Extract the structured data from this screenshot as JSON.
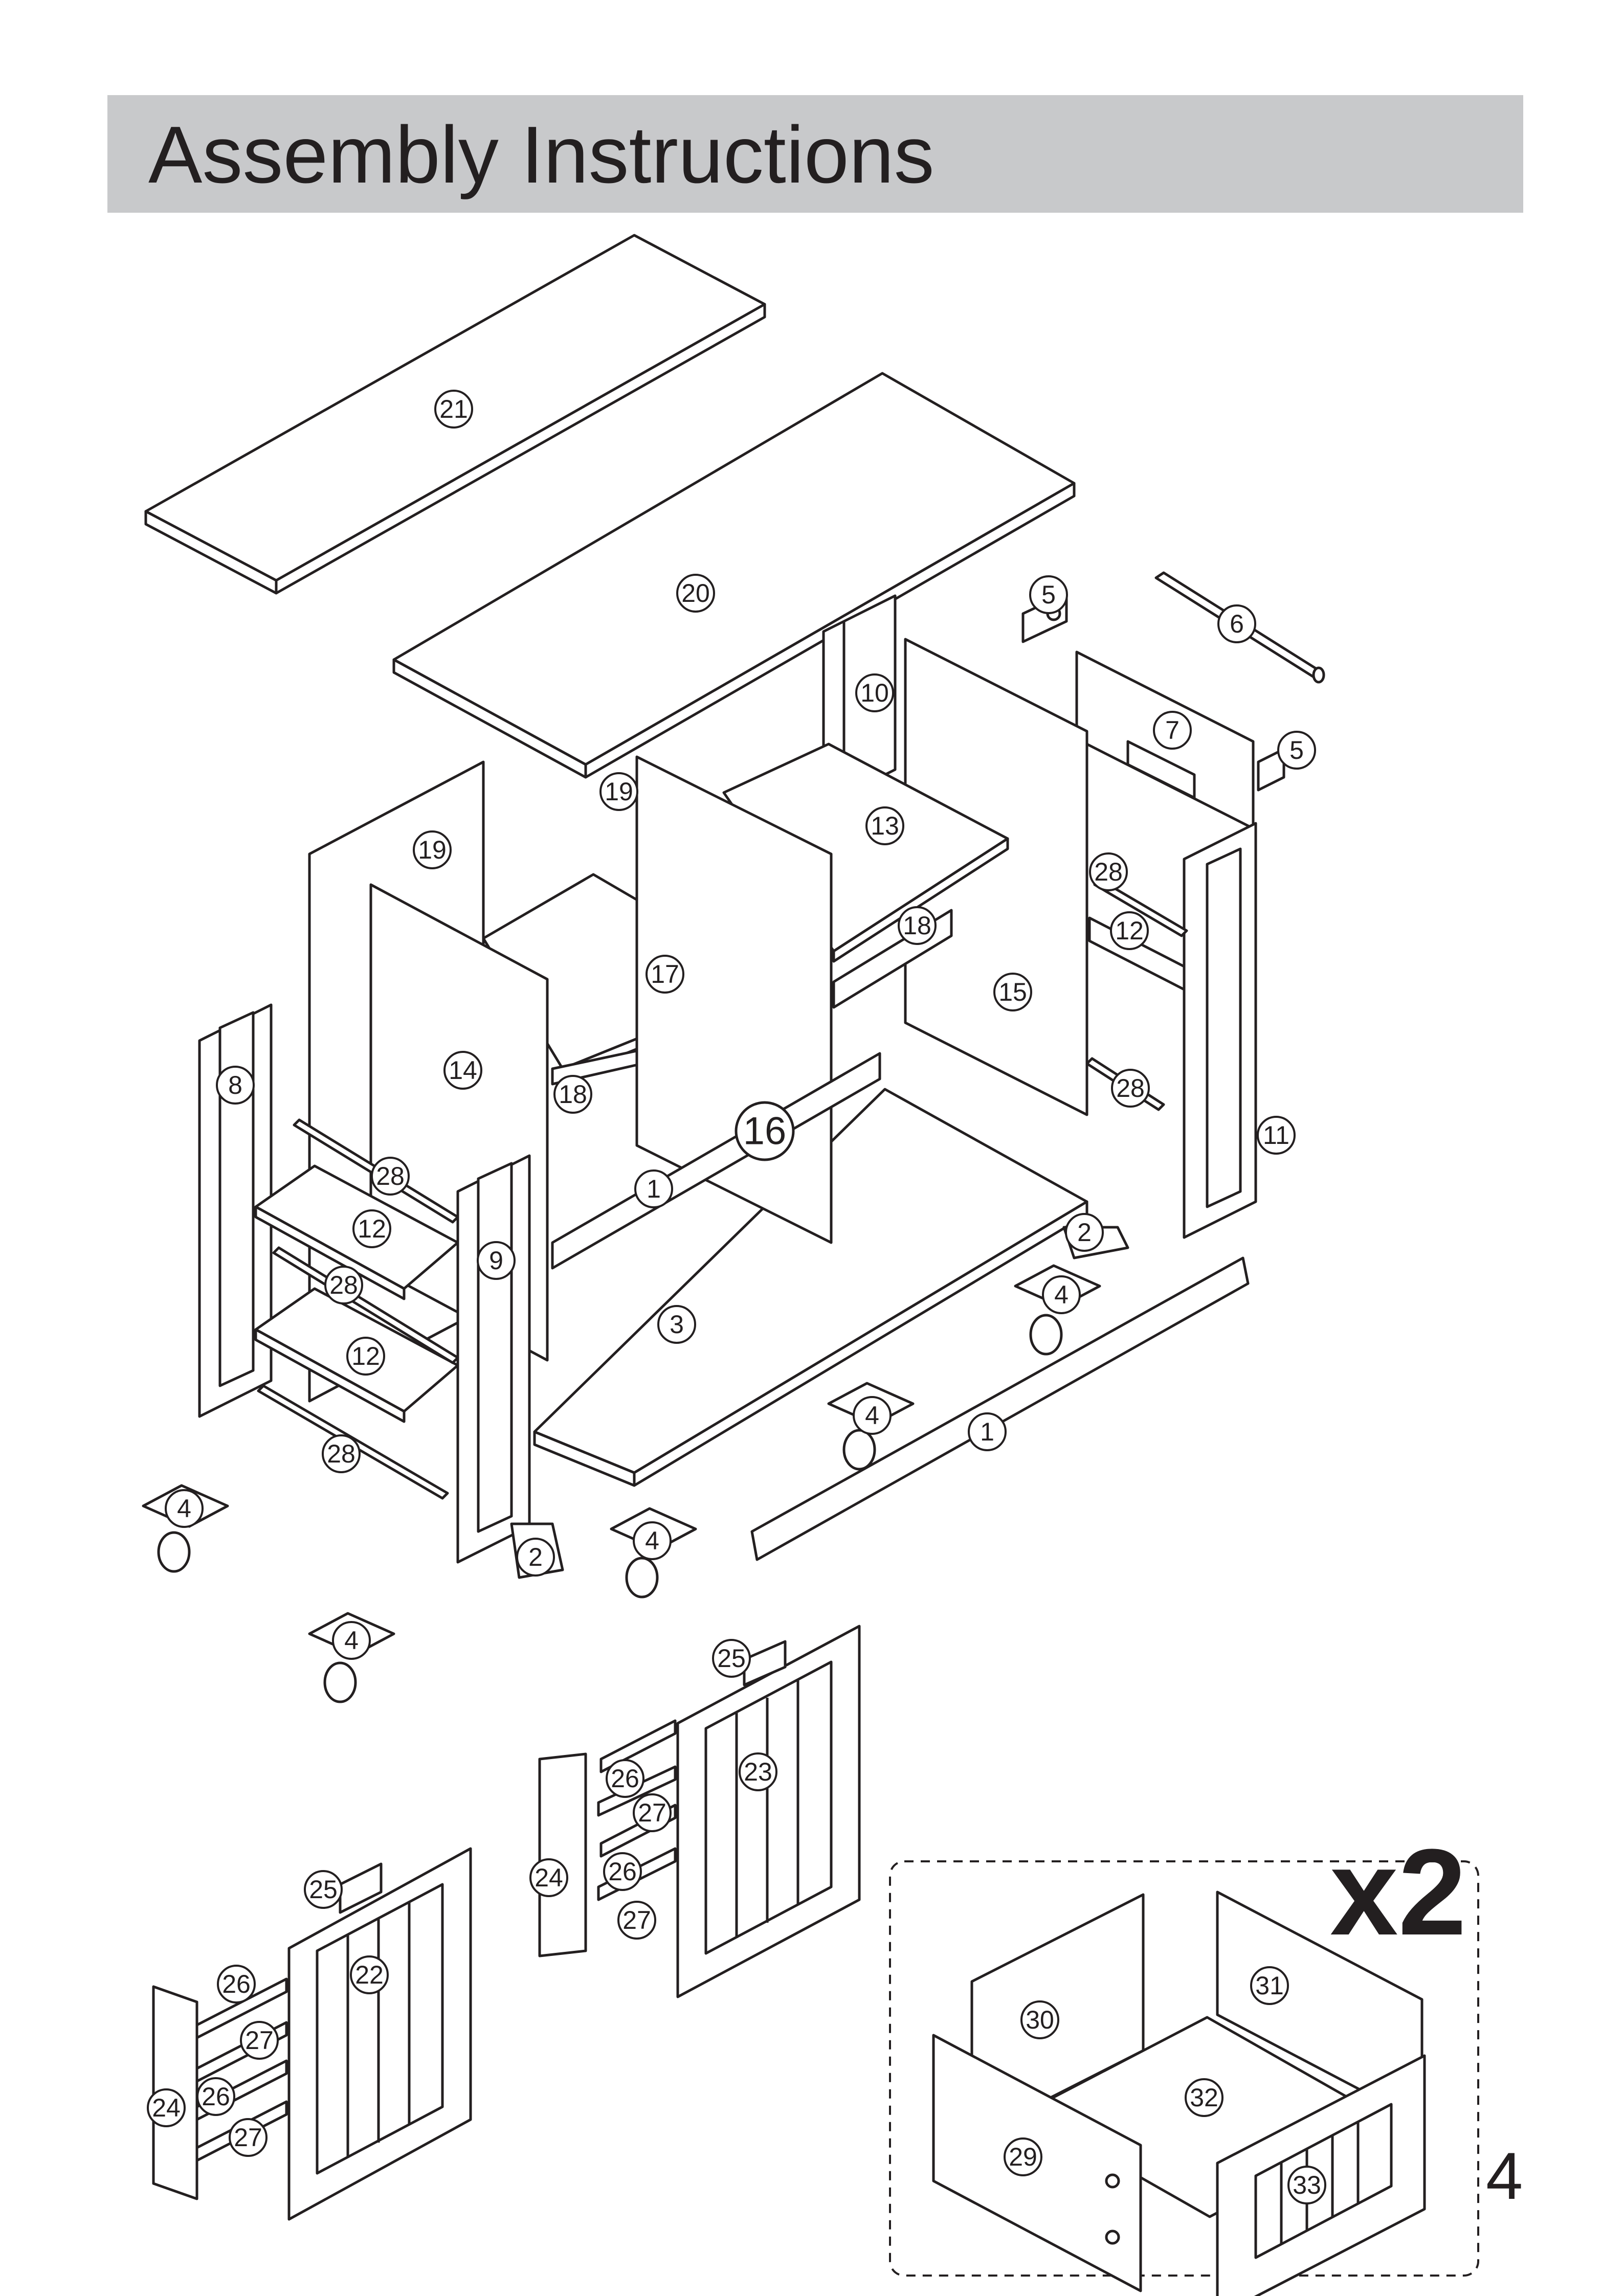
{
  "header": {
    "title": "Assembly Instructions"
  },
  "page_number": "4",
  "drawer_multiplier": "x2",
  "callouts": [
    {
      "label": "21"
    },
    {
      "label": "20"
    },
    {
      "label": "5"
    },
    {
      "label": "6"
    },
    {
      "label": "10"
    },
    {
      "label": "7"
    },
    {
      "label": "5"
    },
    {
      "label": "19"
    },
    {
      "label": "13"
    },
    {
      "label": "19"
    },
    {
      "label": "28"
    },
    {
      "label": "18"
    },
    {
      "label": "12"
    },
    {
      "label": "17"
    },
    {
      "label": "15"
    },
    {
      "label": "14"
    },
    {
      "label": "8"
    },
    {
      "label": "18"
    },
    {
      "label": "28"
    },
    {
      "label": "16"
    },
    {
      "label": "11"
    },
    {
      "label": "28"
    },
    {
      "label": "1"
    },
    {
      "label": "12"
    },
    {
      "label": "2"
    },
    {
      "label": "9"
    },
    {
      "label": "28"
    },
    {
      "label": "4"
    },
    {
      "label": "3"
    },
    {
      "label": "12"
    },
    {
      "label": "4"
    },
    {
      "label": "1"
    },
    {
      "label": "28"
    },
    {
      "label": "4"
    },
    {
      "label": "4"
    },
    {
      "label": "2"
    },
    {
      "label": "4"
    },
    {
      "label": "25"
    },
    {
      "label": "23"
    },
    {
      "label": "26"
    },
    {
      "label": "27"
    },
    {
      "label": "24"
    },
    {
      "label": "26"
    },
    {
      "label": "27"
    },
    {
      "label": "25"
    },
    {
      "label": "22"
    },
    {
      "label": "26"
    },
    {
      "label": "27"
    },
    {
      "label": "24"
    },
    {
      "label": "26"
    },
    {
      "label": "27"
    },
    {
      "label": "30"
    },
    {
      "label": "31"
    },
    {
      "label": "32"
    },
    {
      "label": "29"
    },
    {
      "label": "33"
    }
  ]
}
